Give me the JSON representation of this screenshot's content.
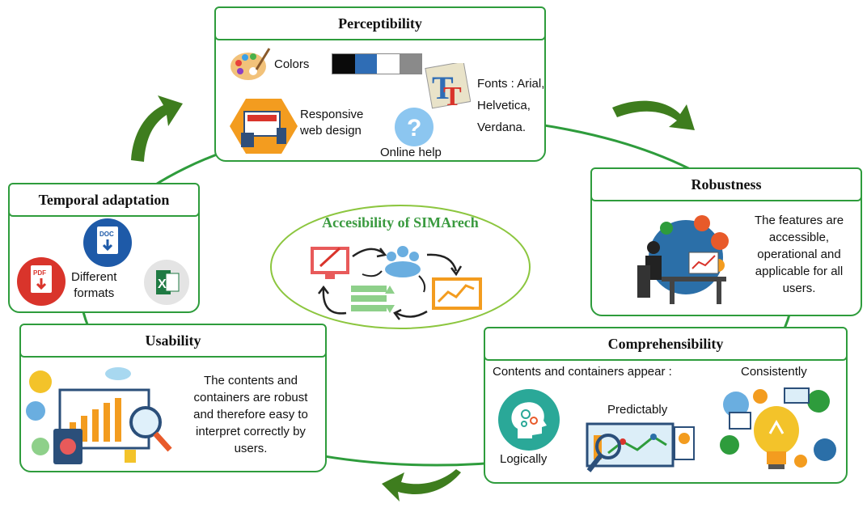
{
  "colors": {
    "green": "#2e9c3c",
    "dark_green": "#3e7d1e",
    "swatches": [
      "#0a0a0a",
      "#2f6db5",
      "#ffffff",
      "#8a8a8a"
    ]
  },
  "center": {
    "title": "Accesibility of SIMArech"
  },
  "perceptibility": {
    "title": "Perceptibility",
    "colors_label": "Colors",
    "responsive_label": "Responsive\nweb design",
    "online_help_label": "Online help",
    "fonts_label": "Fonts : Arial,\nHelvetica,\nVerdana."
  },
  "robustness": {
    "title": "Robustness",
    "text": "The features are\naccessible,\noperational and\napplicable for all\nusers."
  },
  "comprehensibility": {
    "title": "Comprehensibility",
    "intro": "Contents and containers appear :",
    "consistently": "Consistently",
    "predictably": "Predictably",
    "logically": "Logically"
  },
  "usability": {
    "title": "Usability",
    "text": "The contents and\ncontainers are robust\nand therefore easy to\ninterpret correctly by\nusers."
  },
  "temporal": {
    "title": "Temporal adaptation",
    "formats_label": "Different\nformats",
    "doc_label": "DOC",
    "pdf_label": "PDF",
    "xls_label": "X"
  },
  "icons": [
    "palette-icon",
    "fonts-icon",
    "responsive-icon",
    "help-icon",
    "office-worker-icon",
    "gear-head-icon",
    "analytics-icon",
    "lightbulb-gears-icon",
    "dashboard-icon",
    "doc-file-icon",
    "pdf-file-icon",
    "excel-file-icon",
    "cycle-arrows-icon"
  ]
}
